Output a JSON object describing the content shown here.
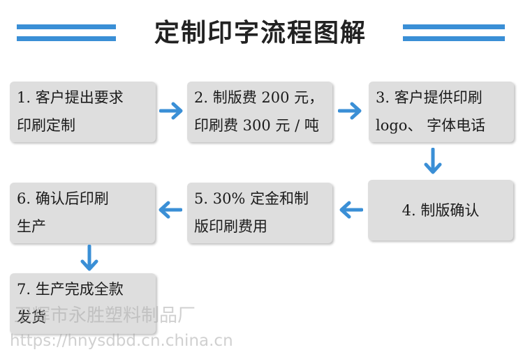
{
  "title": "定制印字流程图解",
  "steps": {
    "s1": {
      "line1": "1. 客户提出要求",
      "line2": "印刷定制"
    },
    "s2": {
      "line1": "2. 制版费 200 元，",
      "line2": "印刷费 300 元 / 吨"
    },
    "s3": {
      "line1": "3. 客户提供印刷",
      "line2": "logo、 字体电话"
    },
    "s4": {
      "line1": "4. 制版确认"
    },
    "s5": {
      "line1": "5. 30% 定金和制",
      "line2": "版印刷费用"
    },
    "s6": {
      "line1": "6. 确认后印刷",
      "line2": "生产"
    },
    "s7": {
      "line1": "7. 生产完成全款",
      "line2": "发货"
    }
  },
  "watermark": {
    "company": "卫辉市永胜塑料制品厂",
    "url": "https://hnysdbd.cn.china.cn"
  },
  "colors": {
    "accent": "#3a8fd6",
    "box": "#dedede",
    "text": "#1a1a1a"
  },
  "icons": {
    "flow_arrow": "arrow-icon"
  }
}
